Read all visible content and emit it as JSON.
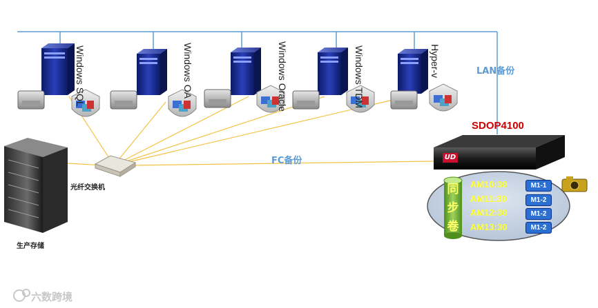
{
  "servers": [
    {
      "line1": "Windows",
      "line2": "SQL"
    },
    {
      "line1": "Windows",
      "line2": "OA"
    },
    {
      "line1": "Windows",
      "line2": "Oracle"
    },
    {
      "line1": "Windows",
      "line2": "TDM"
    },
    {
      "line1": "Hyper-v",
      "line2": ""
    }
  ],
  "labels": {
    "lan": "LAN备份",
    "fc": "FC备份",
    "device": "SDOP4100",
    "device_badge": "UD",
    "switch": "光纤交换机",
    "storage": "生产存储",
    "sync_volume": "同步卷",
    "watermark": "六数跨境"
  },
  "snapshots": [
    {
      "time": "AM10:30",
      "tag": "M1-1"
    },
    {
      "time": "AM11:30",
      "tag": "M1-2"
    },
    {
      "time": "AM12:30",
      "tag": "M1-2"
    },
    {
      "time": "AM13:30",
      "tag": "M1-2"
    }
  ],
  "colors": {
    "lan_line": "#5b9bd5",
    "fc_line": "#f5c242",
    "device_accent": "#cc0000"
  }
}
